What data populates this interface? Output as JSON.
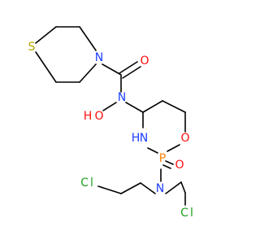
{
  "molecule": {
    "atoms": {
      "thiomorpholine_s": {
        "label": "S",
        "color": "#b8a500"
      },
      "thiomorpholine_n": {
        "label": "N",
        "color": "#1f3fff"
      },
      "carbonyl_o": {
        "label": "O",
        "color": "#ff0d0d"
      },
      "amide_n": {
        "label": "N",
        "color": "#1f3fff"
      },
      "hydroxyl_o": {
        "label": "O",
        "color": "#ff0d0d"
      },
      "hydroxyl_h": {
        "label": "H",
        "color": "#ff0d0d"
      },
      "ring_nh_h": {
        "label": "H",
        "color": "#1f3fff"
      },
      "ring_nh_n": {
        "label": "N",
        "color": "#1f3fff"
      },
      "ring_o": {
        "label": "O",
        "color": "#ff0d0d"
      },
      "phosphorus": {
        "label": "P",
        "color": "#ff8000"
      },
      "phosphoryl_o": {
        "label": "O",
        "color": "#ff0d0d"
      },
      "mustard_n": {
        "label": "N",
        "color": "#1f3fff"
      },
      "chlorine_left_c": {
        "label": "C",
        "color": "#1fa01f"
      },
      "chlorine_left_l": {
        "label": "l",
        "color": "#1fa01f"
      },
      "chlorine_right_c": {
        "label": "C",
        "color": "#1fa01f"
      },
      "chlorine_right_l": {
        "label": "l",
        "color": "#1fa01f"
      }
    }
  }
}
